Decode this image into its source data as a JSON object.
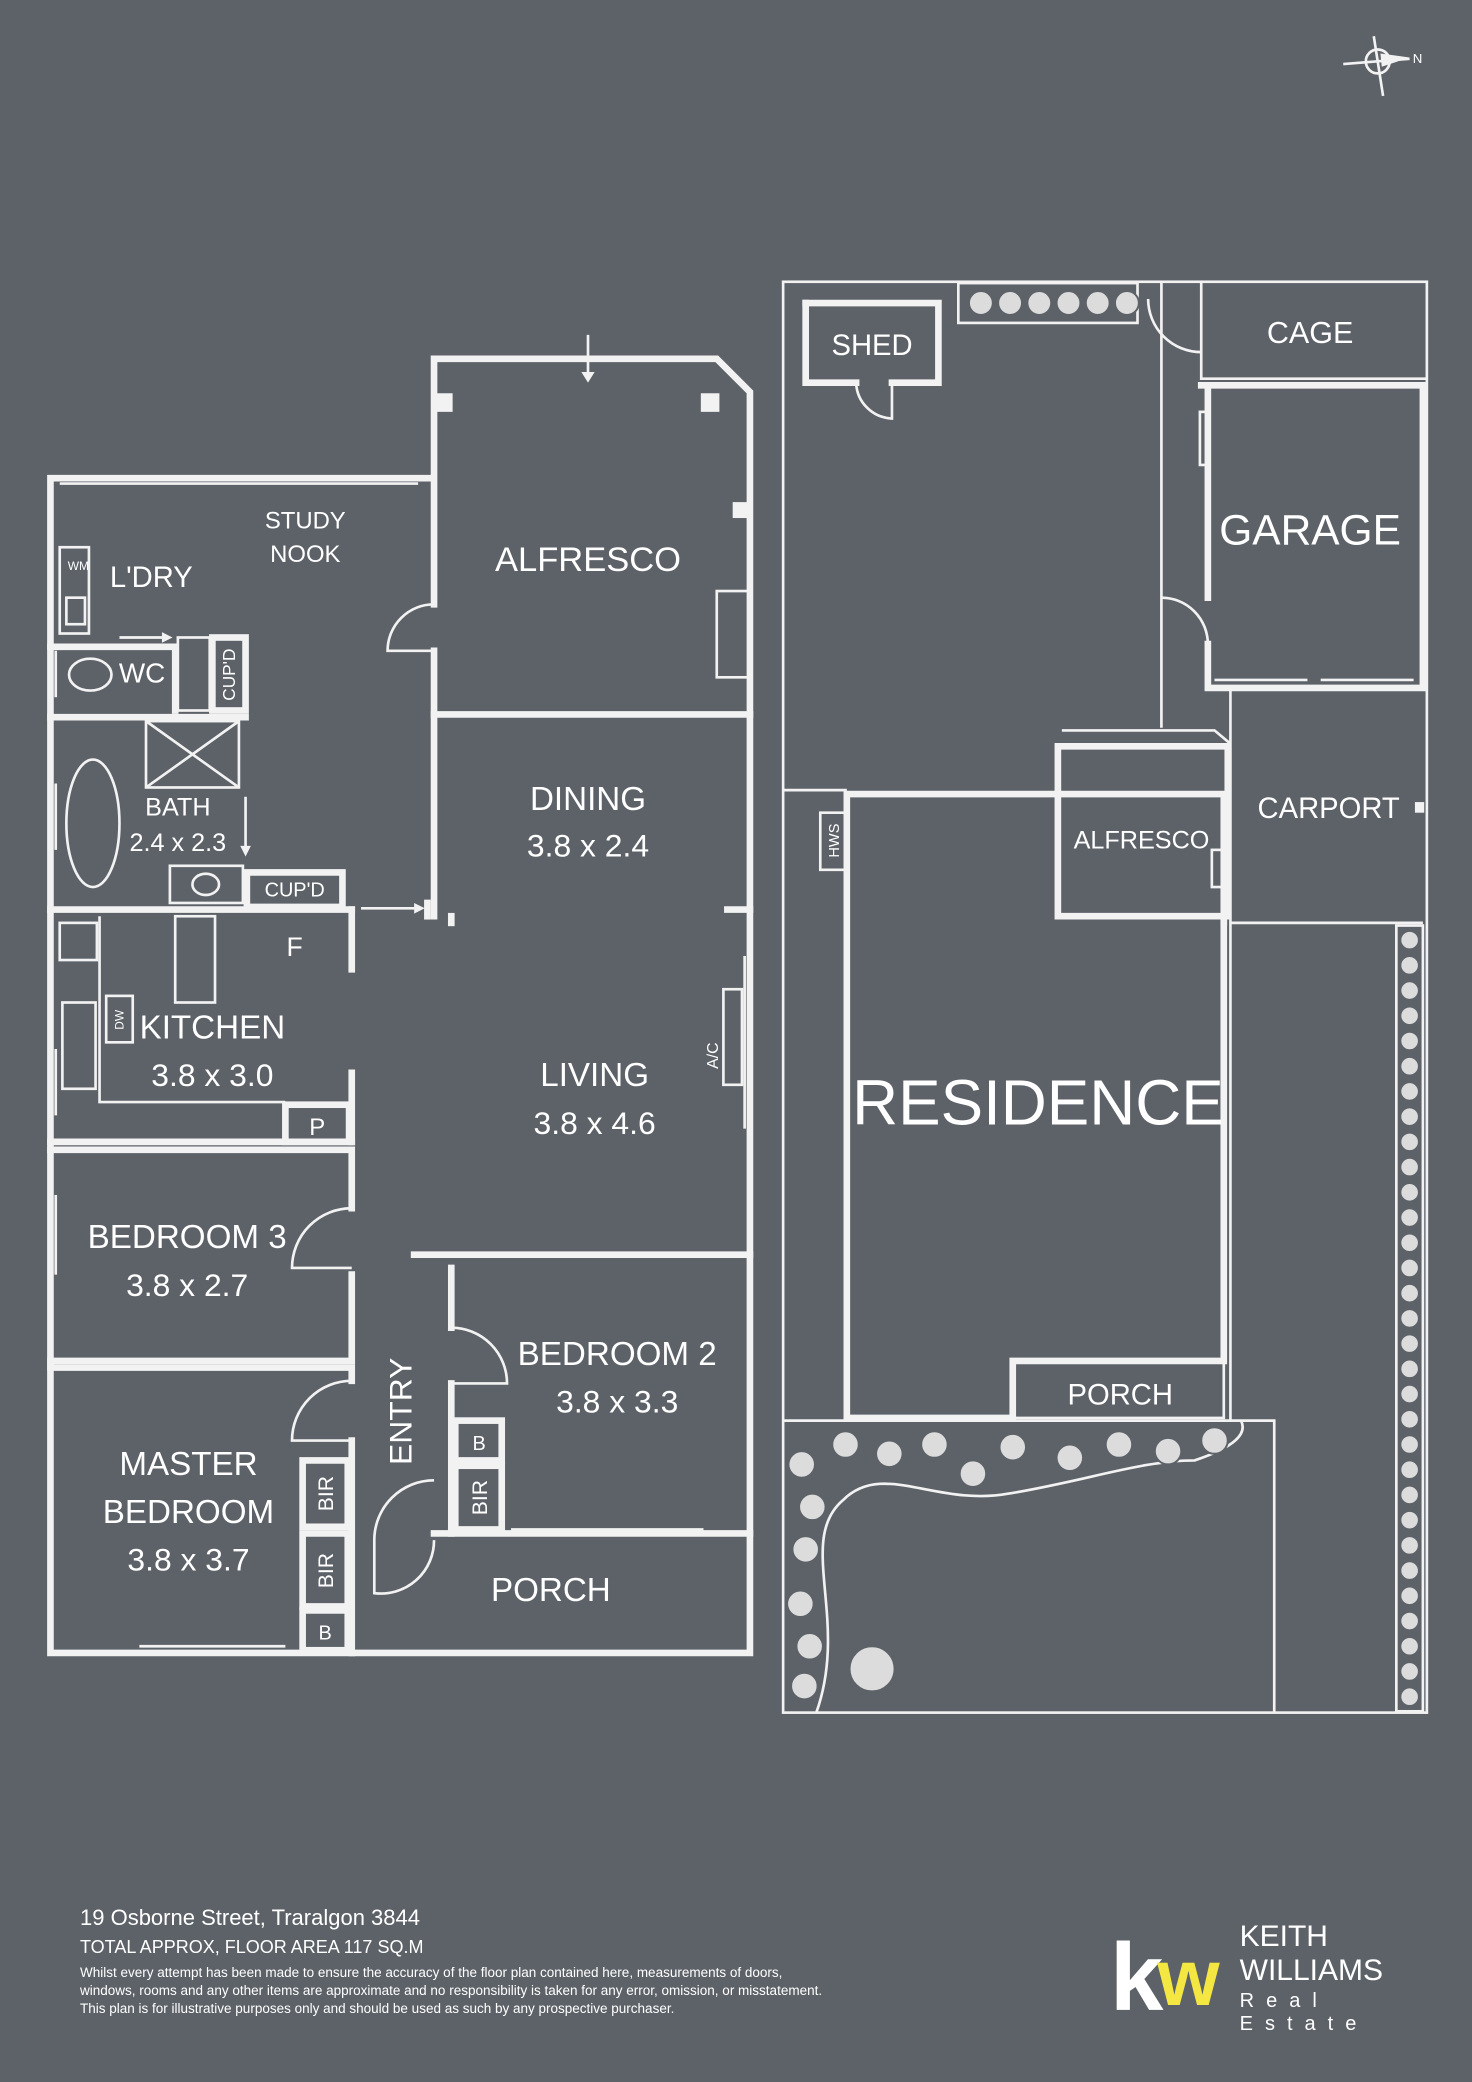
{
  "colors": {
    "background": "#5d6268",
    "lines": "#f2f2f2",
    "logo_accent": "#f5e742"
  },
  "compass": {
    "label": "N"
  },
  "floor_plan": {
    "rooms": {
      "alfresco": "ALFRESCO",
      "study_nook_1": "STUDY",
      "study_nook_2": "NOOK",
      "laundry": "L'DRY",
      "wm": "WM",
      "wc": "WC",
      "cupd_wc": "CUP'D",
      "bath": "BATH",
      "bath_dim": "2.4 x 2.3",
      "cupd_bath": "CUP'D",
      "dining": "DINING",
      "dining_dim": "3.8 x 2.4",
      "fridge": "F",
      "dw": "DW",
      "kitchen": "KITCHEN",
      "kitchen_dim": "3.8 x 3.0",
      "pantry": "P",
      "living": "LIVING",
      "living_dim": "3.8 x 4.6",
      "ac": "A/C",
      "bedroom3": "BEDROOM 3",
      "bedroom3_dim": "3.8 x 2.7",
      "bedroom2": "BEDROOM 2",
      "bedroom2_dim": "3.8 x 3.3",
      "entry": "ENTRY",
      "master_1": "MASTER",
      "master_2": "BEDROOM",
      "master_dim": "3.8 x 3.7",
      "bir": "BIR",
      "b": "B",
      "porch": "PORCH"
    }
  },
  "site_plan": {
    "shed": "SHED",
    "cage": "CAGE",
    "garage": "GARAGE",
    "alfresco": "ALFRESCO",
    "carport": "CARPORT",
    "residence": "RESIDENCE",
    "porch": "PORCH",
    "hws": "HWS"
  },
  "footer": {
    "address": "19 Osborne Street, Traralgon 3844",
    "area": "TOTAL APPROX, FLOOR AREA 117 SQ.M",
    "disclaimer_1": "Whilst every attempt has been made to ensure the accuracy of the floor plan contained here, measurements of doors,",
    "disclaimer_2": "windows, rooms and any other items are approximate and no responsibility is taken for any error, omission, or misstatement.",
    "disclaimer_3": "This plan is for illustrative purposes only and should be used as such by any prospective purchaser."
  },
  "logo": {
    "k": "k",
    "w": "w",
    "name": "KEITH WILLIAMS",
    "tagline": "Real Estate"
  }
}
